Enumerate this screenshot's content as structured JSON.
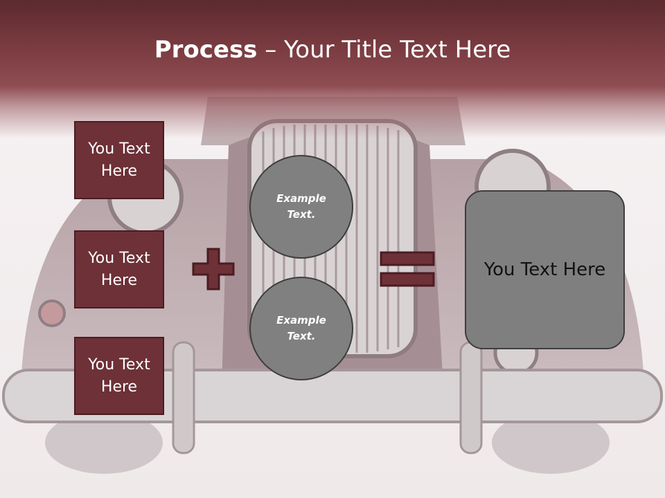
{
  "title": {
    "bold": "Process",
    "rest": " – Your Title Text Here"
  },
  "left_boxes": [
    "You Text Here",
    "You Text Here",
    "You Text Here"
  ],
  "circles": [
    "Example Text.",
    "Example Text."
  ],
  "result": "You Text Here",
  "colors": {
    "header": "#7a3c41",
    "box": "#6d3137",
    "circle": "#808080",
    "result": "#7f7f7f"
  }
}
